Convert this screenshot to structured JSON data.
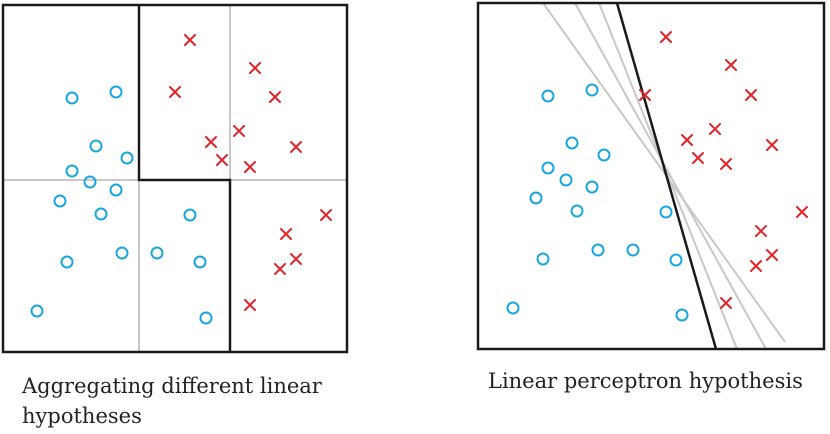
{
  "colors": {
    "circle": "#1aa6df",
    "cross": "#e5242b",
    "frame": "#1a1a1a",
    "light_line": "#c8c8c8"
  },
  "panels": [
    {
      "caption_lines": [
        "Aggregating different linear",
        "hypotheses"
      ],
      "circles": [
        [
          72,
          98
        ],
        [
          116,
          92
        ],
        [
          96,
          146
        ],
        [
          127,
          158
        ],
        [
          72,
          171
        ],
        [
          90,
          182
        ],
        [
          116,
          190
        ],
        [
          60,
          201
        ],
        [
          101,
          214
        ],
        [
          190,
          215
        ],
        [
          122,
          253
        ],
        [
          157,
          253
        ],
        [
          67,
          262
        ],
        [
          200,
          262
        ],
        [
          37,
          311
        ],
        [
          206,
          318
        ]
      ],
      "crosses": [
        [
          190,
          40
        ],
        [
          255,
          68
        ],
        [
          175,
          92
        ],
        [
          275,
          97
        ],
        [
          239,
          131
        ],
        [
          211,
          142
        ],
        [
          296,
          147
        ],
        [
          222,
          160
        ],
        [
          250,
          167
        ],
        [
          326,
          215
        ],
        [
          286,
          234
        ],
        [
          296,
          259
        ],
        [
          280,
          269
        ],
        [
          250,
          305
        ]
      ]
    },
    {
      "caption_lines": [
        "Linear perceptron hypothesis"
      ],
      "circles": [
        [
          548,
          96
        ],
        [
          592,
          90
        ],
        [
          572,
          143
        ],
        [
          604,
          155
        ],
        [
          548,
          168
        ],
        [
          566,
          180
        ],
        [
          592,
          187
        ],
        [
          536,
          198
        ],
        [
          577,
          211
        ],
        [
          666,
          212
        ],
        [
          598,
          250
        ],
        [
          633,
          250
        ],
        [
          543,
          259
        ],
        [
          676,
          260
        ],
        [
          513,
          308
        ],
        [
          682,
          315
        ]
      ],
      "crosses": [
        [
          666,
          37
        ],
        [
          731,
          65
        ],
        [
          645,
          95
        ],
        [
          751,
          95
        ],
        [
          715,
          129
        ],
        [
          687,
          140
        ],
        [
          772,
          145
        ],
        [
          698,
          158
        ],
        [
          726,
          164
        ],
        [
          802,
          212
        ],
        [
          761,
          231
        ],
        [
          772,
          255
        ],
        [
          756,
          266
        ],
        [
          726,
          303
        ]
      ]
    }
  ]
}
